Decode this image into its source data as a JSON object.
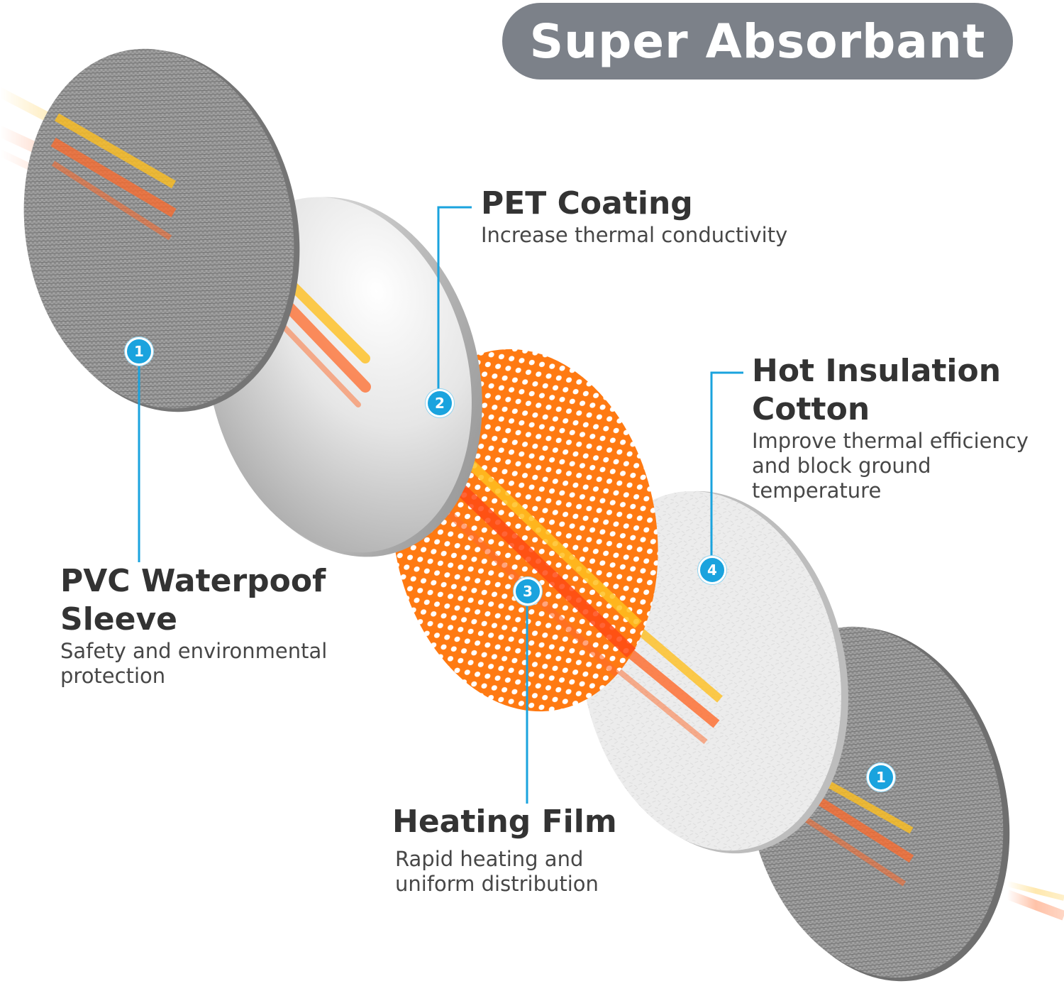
{
  "title": "Super Absorbant",
  "layers": [
    {
      "number": "1",
      "name": "PVC Waterpoof Sleeve",
      "name_lines": [
        "PVC Waterpoof",
        "Sleeve"
      ],
      "description_lines": [
        "Safety and environmental",
        "protection"
      ]
    },
    {
      "number": "2",
      "name": "PET Coating",
      "name_lines": [
        "PET Coating"
      ],
      "description_lines": [
        "Increase thermal conductivity"
      ]
    },
    {
      "number": "3",
      "name": "Heating Film",
      "name_lines": [
        "Heating Film"
      ],
      "description_lines": [
        "Rapid heating and",
        "uniform distribution"
      ]
    },
    {
      "number": "4",
      "name": "Hot Insulation Cotton",
      "name_lines": [
        "Hot Insulation",
        "Cotton"
      ],
      "description_lines": [
        "Improve thermal efficiency",
        "and block ground",
        "temperature"
      ]
    }
  ],
  "bottom_badge_number": "1",
  "colors": {
    "title_pill": "#7c8189",
    "leader_line": "#1aa3de",
    "badge": "#1aa3de",
    "heating_film": "#ff7a12",
    "wire_orange": "#ff6a2a",
    "wire_yellow": "#ffc020",
    "fabric_gray": "#8a8a8a",
    "pet_silver": "#d9d9d9",
    "cotton_white": "#eeeeee"
  }
}
